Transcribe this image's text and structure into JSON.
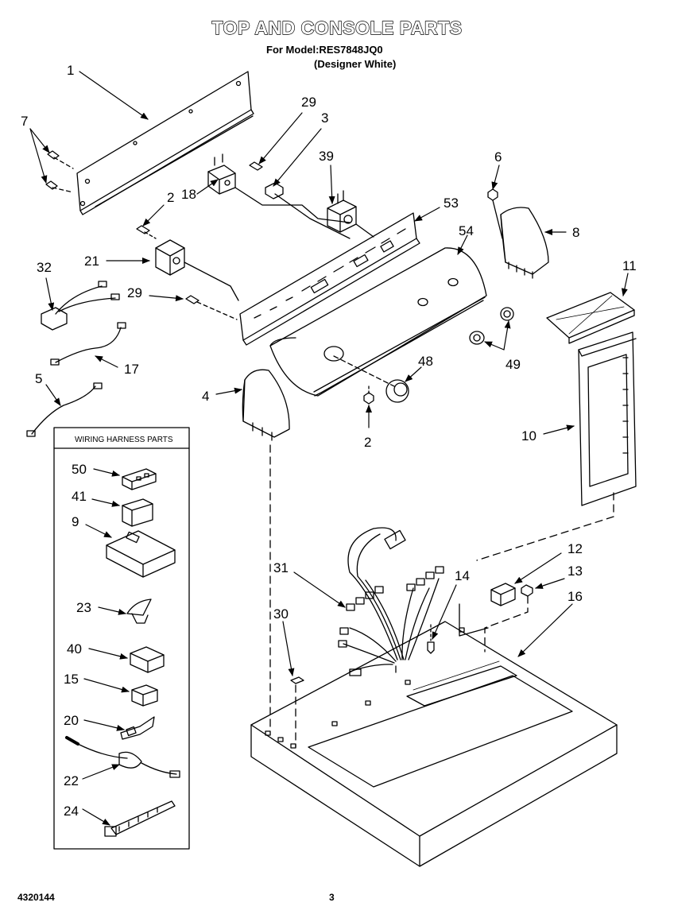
{
  "header": {
    "title": "TOP AND CONSOLE PARTS",
    "model": "For Model:RES7848JQ0",
    "variant": "(Designer White)"
  },
  "footer": {
    "doc_number": "4320144",
    "page": "3"
  },
  "harness_box": {
    "title": "WIRING HARNESS PARTS"
  },
  "callouts": {
    "c1": "1",
    "c7": "7",
    "c29a": "29",
    "c3": "3",
    "c39": "39",
    "c6": "6",
    "c2a": "2",
    "c18": "18",
    "c53": "53",
    "c8": "8",
    "c54": "54",
    "c32": "32",
    "c21": "21",
    "c29b": "29",
    "c11": "11",
    "c17": "17",
    "c49": "49",
    "c5": "5",
    "c48": "48",
    "c4": "4",
    "c2b": "2",
    "c10": "10",
    "c50": "50",
    "c41": "41",
    "c9": "9",
    "c12": "12",
    "c31": "31",
    "c14": "14",
    "c13": "13",
    "c16": "16",
    "c23": "23",
    "c30": "30",
    "c40": "40",
    "c15": "15",
    "c20": "20",
    "c22": "22",
    "c24": "24"
  }
}
